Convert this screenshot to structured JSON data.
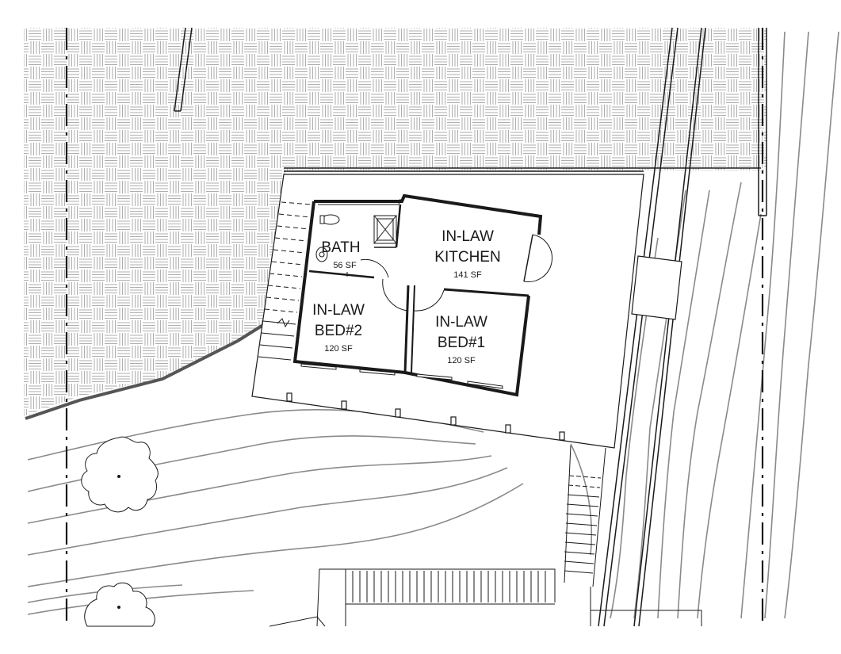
{
  "rooms": {
    "bath": {
      "name": "BATH",
      "area": "56 SF"
    },
    "kitchen": {
      "name_line1": "IN-LAW",
      "name_line2": "KITCHEN",
      "area": "141 SF"
    },
    "bed2": {
      "name_line1": "IN-LAW",
      "name_line2": "BED#2",
      "area": "120 SF"
    },
    "bed1": {
      "name_line1": "IN-LAW",
      "name_line2": "BED#1",
      "area": "120 SF"
    }
  },
  "colors": {
    "line": "#1a1a1a",
    "contour": "#8a8a8a",
    "paving": "#9a9a9a",
    "background": "#ffffff"
  }
}
